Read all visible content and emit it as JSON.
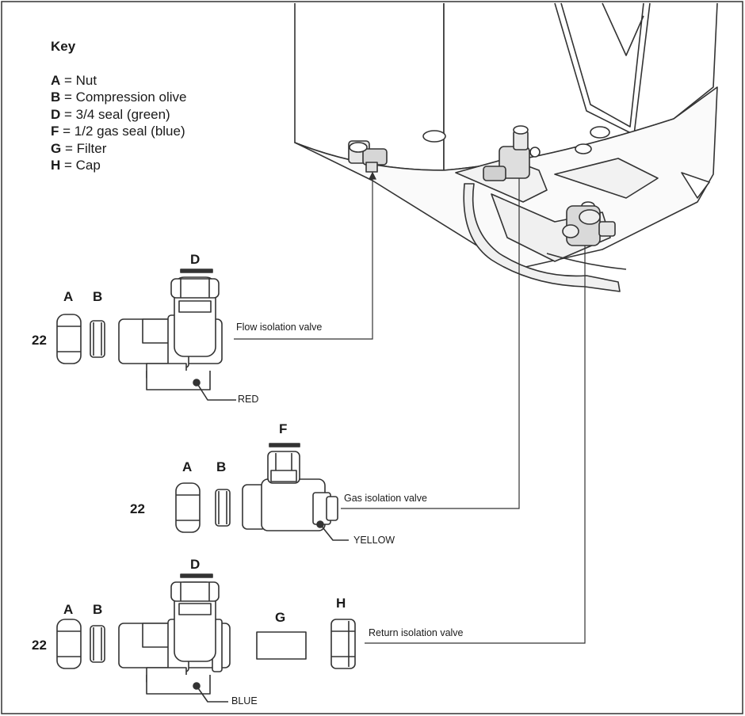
{
  "key": {
    "title": "Key",
    "items": [
      {
        "letter": "A",
        "desc": "Nut"
      },
      {
        "letter": "B",
        "desc": "Compression olive"
      },
      {
        "letter": "D",
        "desc": "3/4  seal (green)"
      },
      {
        "letter": "F",
        "desc": "1/2  gas seal (blue)"
      },
      {
        "letter": "G",
        "desc": "Filter"
      },
      {
        "letter": "H",
        "desc": "Cap"
      }
    ]
  },
  "flow": {
    "size": "22",
    "a": "A",
    "b": "B",
    "d": "D",
    "label": "Flow isolation valve",
    "color_tag": "RED"
  },
  "gas": {
    "size": "22",
    "a": "A",
    "b": "B",
    "f": "F",
    "label": "Gas isolation valve",
    "color_tag": "YELLOW"
  },
  "ret": {
    "size": "22",
    "a": "A",
    "b": "B",
    "d": "D",
    "g": "G",
    "h": "H",
    "label": "Return isolation valve",
    "color_tag": "BLUE"
  }
}
